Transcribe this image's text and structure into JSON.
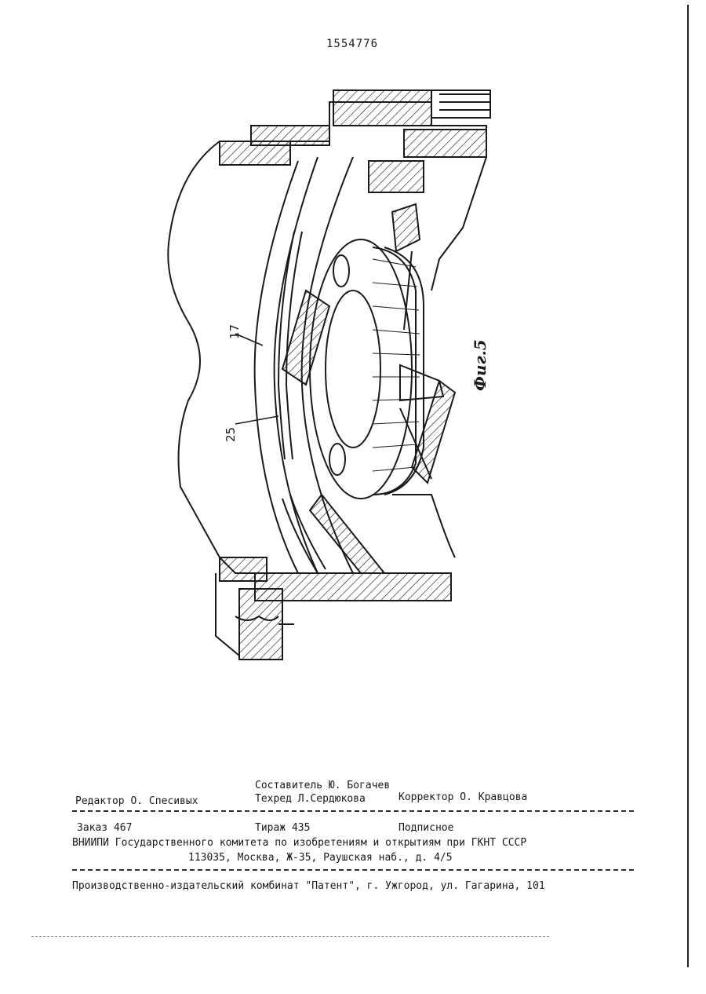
{
  "patent_number": "1554776",
  "figure": {
    "caption": "Фиг.5",
    "labels": [
      "17",
      "25"
    ]
  },
  "credits": {
    "compiler": "Составитель Ю. Богачев",
    "editor": "Редактор О. Спесивых",
    "techred": "Техред Л.Сердюкова",
    "corrector": "Корректор О. Кравцова"
  },
  "order": {
    "order_no": "Заказ 467",
    "circulation": "Тираж 435",
    "subscription": "Подписное"
  },
  "org": {
    "line1": "ВНИИПИ Государственного комитета по изобретениям и открытиям при ГКНТ СССР",
    "line2": "113035, Москва, Ж-35, Раушская наб., д. 4/5"
  },
  "printer": "Производственно-издательский комбинат \"Патент\", г. Ужгород, ул. Гагарина, 101"
}
